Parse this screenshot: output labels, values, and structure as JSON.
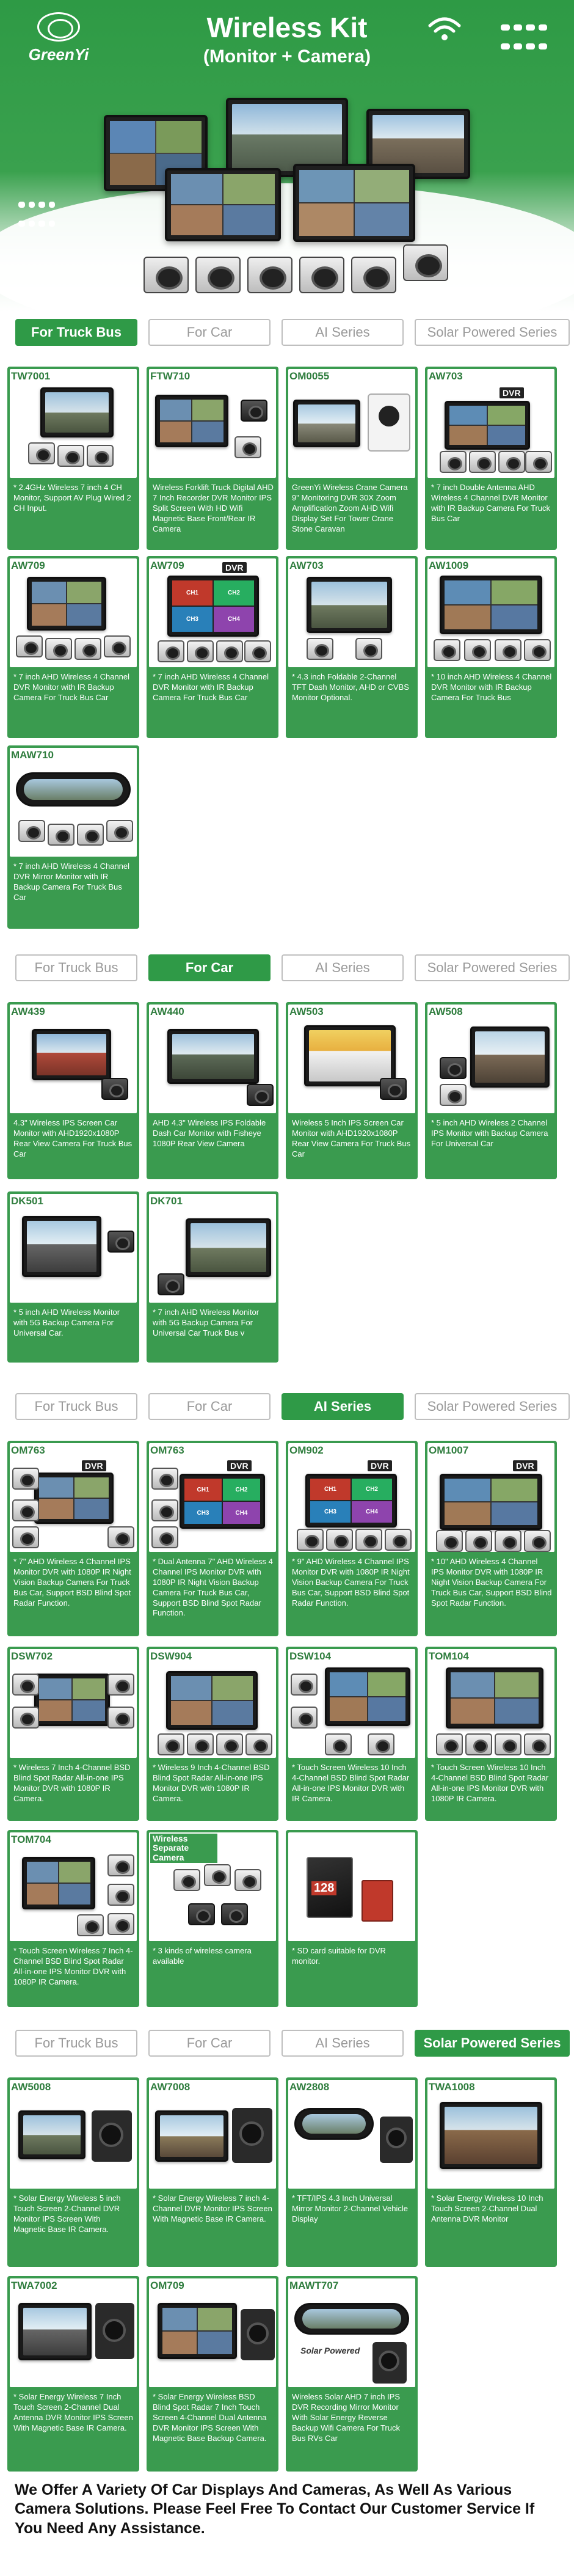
{
  "brand": {
    "logo_text": "GreenYi",
    "title": "Wireless Kit",
    "subtitle": "(Monitor + Camera)"
  },
  "colors": {
    "primary_green": "#2f9a47",
    "card_green": "#3a9b4f",
    "tab_border": "#bfbfbf",
    "tab_text": "#9a9a9a"
  },
  "tabs": [
    "For Truck Bus",
    "For Car",
    "AI Series",
    "Solar Powered Series"
  ],
  "sections": [
    {
      "active_tab": "For Truck Bus",
      "products": [
        {
          "model": "TW7001",
          "desc": "* 2.4GHz Wireless 7 inch 4 CH Monitor, Support AV Plug Wired 2 CH Input."
        },
        {
          "model": "FTW710",
          "desc": "Wireless Forklift Truck Digital AHD 7 Inch Recorder DVR Monitor IPS Split Screen With HD Wifi Magnetic Base Front/Rear IR Camera"
        },
        {
          "model": "OM0055",
          "desc": "GreenYi Wireless Crane Camera 9\" Monitoring DVR 30X Zoom Amplification Zoom AHD Wifi Display Set For Tower Crane Stone Caravan"
        },
        {
          "model": "AW703",
          "desc": "* 7 inch Double Antenna AHD Wireless 4 Channel DVR Monitor with IR Backup Camera For Truck Bus Car"
        },
        {
          "model": "AW709",
          "desc": "* 7 inch AHD Wireless 4 Channel DVR Monitor with IR Backup Camera For Truck Bus Car"
        },
        {
          "model": "AW709",
          "desc": "* 7 inch AHD Wireless 4 Channel DVR Monitor with IR Backup Camera For Truck Bus Car"
        },
        {
          "model": "AW703",
          "desc": "* 4.3 inch Foldable 2-Channel TFT Dash Monitor, AHD or CVBS Monitor Optional."
        },
        {
          "model": "AW1009",
          "desc": "* 10 inch AHD Wireless 4 Channel DVR Monitor with IR Backup Camera For Truck Bus"
        },
        {
          "model": "MAW710",
          "desc": "* 7 inch AHD Wireless 4 Channel DVR Mirror Monitor with IR Backup Camera For Truck Bus Car"
        }
      ]
    },
    {
      "active_tab": "For Car",
      "products": [
        {
          "model": "AW439",
          "desc": "4.3\" Wireless IPS Screen Car Monitor with AHD1920x1080P Rear View Camera For Truck Bus Car"
        },
        {
          "model": "AW440",
          "desc": "AHD 4.3\" Wireless IPS Foldable Dash Car Monitor with Fisheye 1080P Rear View Camera"
        },
        {
          "model": "AW503",
          "desc": "Wireless 5 Inch IPS Screen Car Monitor with AHD1920x1080P Rear View Camera For Truck Bus Car"
        },
        {
          "model": "AW508",
          "desc": "* 5 inch AHD Wireless 2 Channel IPS Monitor with Backup Camera For Universal Car"
        },
        {
          "model": "DK501",
          "desc": "* 5 inch AHD Wireless Monitor with 5G Backup Camera For Universal Car."
        },
        {
          "model": "DK701",
          "desc": "* 7 inch AHD Wireless Monitor with 5G Backup Camera For Universal Car Truck Bus v"
        }
      ]
    },
    {
      "active_tab": "AI Series",
      "products": [
        {
          "model": "OM763",
          "desc": "* 7\" AHD Wireless 4 Channel IPS Monitor DVR with 1080P IR Night Vision Backup Camera For Truck Bus Car, Support BSD Blind Spot Radar Function."
        },
        {
          "model": "OM763",
          "desc": "* Dual Antenna 7\" AHD Wireless 4 Channel IPS Monitor DVR with 1080P IR Night Vision Backup Camera For Truck Bus Car, Support BSD Blind Spot Radar Function."
        },
        {
          "model": "OM902",
          "desc": "* 9\" AHD Wireless 4 Channel IPS Monitor DVR with 1080P IR Night Vision Backup Camera For Truck Bus Car, Support BSD Blind Spot Radar Function."
        },
        {
          "model": "OM1007",
          "desc": "* 10\" AHD Wireless 4 Channel IPS Monitor DVR with 1080P IR Night Vision Backup Camera For Truck Bus Car, Support BSD Blind Spot Radar Function."
        },
        {
          "model": "DSW702",
          "desc": "* Wireless 7 Inch 4-Channel BSD Blind Spot Radar All-in-one IPS Monitor DVR with 1080P IR Camera."
        },
        {
          "model": "DSW904",
          "desc": "* Wireless 9 Inch 4-Channel BSD Blind Spot Radar All-in-one IPS Monitor DVR with 1080P IR Camera."
        },
        {
          "model": "DSW104",
          "desc": "* Touch Screen Wireless 10 Inch 4-Channel BSD Blind Spot Radar All-in-one IPS Monitor DVR with IR Camera."
        },
        {
          "model": "TOM104",
          "desc": "* Touch Screen Wireless 10 Inch 4-Channel BSD Blind Spot Radar All-in-one IPS Monitor DVR with 1080P IR Camera."
        },
        {
          "model": "TOM704",
          "desc": "* Touch Screen Wireless 7 Inch 4-Channel BSD Blind Spot Radar All-in-one IPS Monitor DVR with 1080P IR Camera."
        },
        {
          "model": "Wireless Separate Camera",
          "desc": "* 3 kinds of wireless camera available"
        },
        {
          "model": "SD Card",
          "desc": "* SD card suitable for DVR monitor."
        }
      ]
    },
    {
      "active_tab": "Solar Powered Series",
      "products": [
        {
          "model": "AW5008",
          "desc": "* Solar Energy Wireless 5 inch Touch Screen 2-Channel DVR Monitor IPS Screen With Magnetic Base IR Camera."
        },
        {
          "model": "AW7008",
          "desc": "* Solar Energy Wireless 7 inch 4-Channel DVR Monitor IPS Screen With Magnetic Base IR Camera."
        },
        {
          "model": "AW2808",
          "desc": "* TFT/IPS 4.3 Inch Universal Mirror Monitor 2-Channel Vehicle Display"
        },
        {
          "model": "TWA1008",
          "desc": "* Solar Energy Wireless 10 Inch Touch Screen 2-Channel Dual Antenna DVR Monitor"
        },
        {
          "model": "TWA7002",
          "desc": "* Solar Energy Wireless 7 Inch Touch Screen 2-Channel Dual Antenna DVR Monitor IPS Screen With Magnetic Base IR Camera."
        },
        {
          "model": "OM709",
          "desc": "* Solar Energy Wireless BSD Blind Spot Radar 7 Inch Touch Screen 4-Channel Dual Antenna DVR Monitor IPS Screen With Magnetic Base Backup Camera."
        },
        {
          "model": "MAWT707",
          "desc": "Wireless Solar AHD 7 inch IPS DVR Recording Mirror Monitor With Solar Energy Reverse Backup Wifi Camera For Truck Bus RVs Car"
        }
      ]
    }
  ],
  "badges": {
    "dvr": "DVR",
    "ch1": "CH1",
    "ch2": "CH2",
    "ch3": "CH3",
    "ch4": "CH4",
    "sd_capacity": "128",
    "solar_powered": "Solar Powered"
  },
  "footer": {
    "text": "We Offer A Variety Of Car Displays And Cameras, As Well As Various Camera Solutions. Please Feel Free To Contact Our Customer Service If You Need Any Assistance."
  }
}
